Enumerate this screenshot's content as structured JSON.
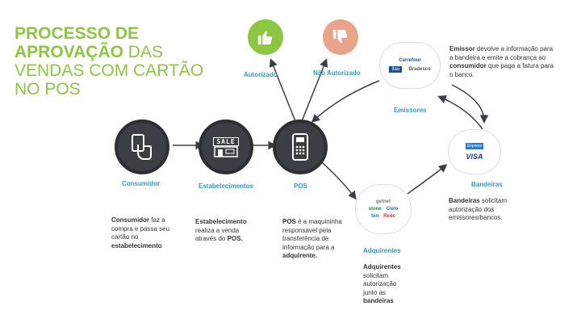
{
  "title": {
    "line1": "PROCESSO DE",
    "line2_bold": "APROVAÇÃO",
    "line2_rest": " DAS",
    "line3": "VENDAS COM CARTÃO",
    "line4": "NO POS"
  },
  "colors": {
    "green": "#8dc63f",
    "blue": "#2e9ad0",
    "dark": "#3b3f45",
    "thumb_down": "#e9a48a"
  },
  "status": {
    "approved": "Autorizado",
    "denied": "Não Autorizado"
  },
  "nodes": {
    "consumidor": {
      "label": "Consumidor",
      "desc_bold": "Consumidor",
      "desc": " faz a compra e passa seu cartão no ",
      "desc_bold2": "estabelecimento"
    },
    "estabelecimentos": {
      "label": "Estabelecimentos",
      "desc_bold": "Estabelecimento",
      "desc": " realiza a venda através do ",
      "desc_bold2": "POS.",
      "sign": "SALE"
    },
    "pos": {
      "label": "POS",
      "desc_bold": "POS",
      "desc": " é a maquininha responsável pela transferência de informação para a ",
      "desc_bold2": "adquirente."
    },
    "adquirentes": {
      "label": "Adquirentes",
      "desc_bold": "Adquirentes",
      "desc": " solicitam autorização junto as ",
      "desc_bold2": "bandeiras",
      "logos": [
        "getnet",
        "stone",
        "Cielo",
        "bin",
        "Rede"
      ]
    },
    "bandeiras": {
      "label": "Bandeiras",
      "desc_bold": "Bandeiras",
      "desc": " solicitam autorização dos emissores/bancos.",
      "logos": [
        "Express",
        "VISA"
      ]
    },
    "emissores": {
      "label": "Emissores",
      "desc_bold": "Emissor",
      "desc": " devolve a informação para a bandeira e emite a cobrança ao ",
      "desc_bold2": "consumidor",
      "desc_end": " que paga a fatura para o banco.",
      "logos": [
        "Carrefour",
        "Itaú",
        "Bradesco"
      ]
    }
  },
  "icons": [
    "thumbs-up-icon",
    "thumbs-down-icon",
    "card-hand-icon",
    "shop-icon",
    "pos-terminal-icon"
  ]
}
